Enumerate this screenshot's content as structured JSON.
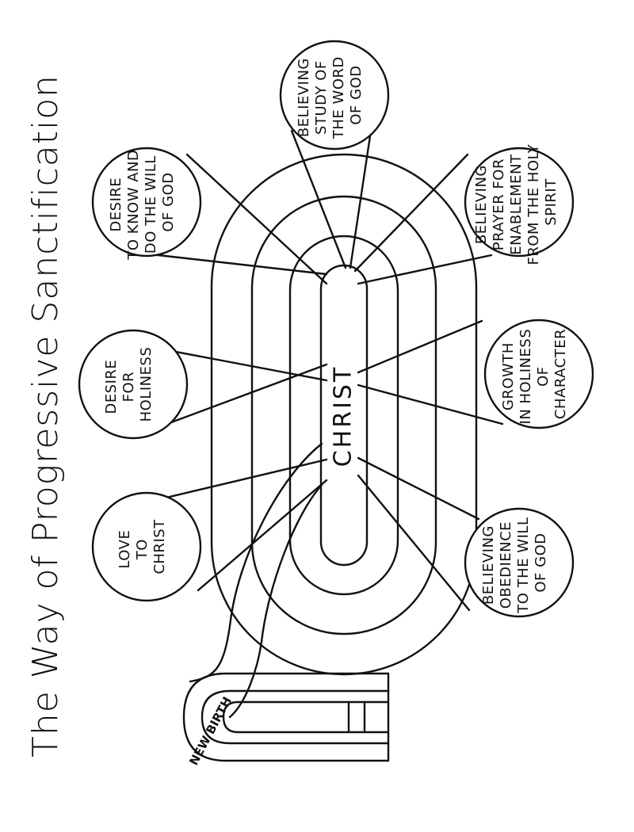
{
  "title": "The Way of Progressive Sanctification",
  "center_label": "CHRIST",
  "start_label": "NEW BIRTH",
  "circles": {
    "word_of_god": [
      "BELIEVING",
      "STUDY OF",
      "THE WORD",
      "OF GOD"
    ],
    "prayer": [
      "BELIEVING",
      "PRAYER FOR",
      "ENABLEMENT",
      "FROM THE HOLY",
      "SPIRIT"
    ],
    "growth": [
      "GROWTH",
      "IN HOLINESS",
      "OF",
      "CHARACTER"
    ],
    "obedience": [
      "BELIEVING",
      "OBEDIENCE",
      "TO THE WILL",
      "OF GOD"
    ],
    "love": [
      "LOVE",
      "TO",
      "CHRIST"
    ],
    "holiness": [
      "DESIRE",
      "FOR",
      "HOLINESS"
    ],
    "will_of_god": [
      "DESIRE",
      "TO KNOW AND",
      "DO THE WILL",
      "OF GOD"
    ]
  }
}
